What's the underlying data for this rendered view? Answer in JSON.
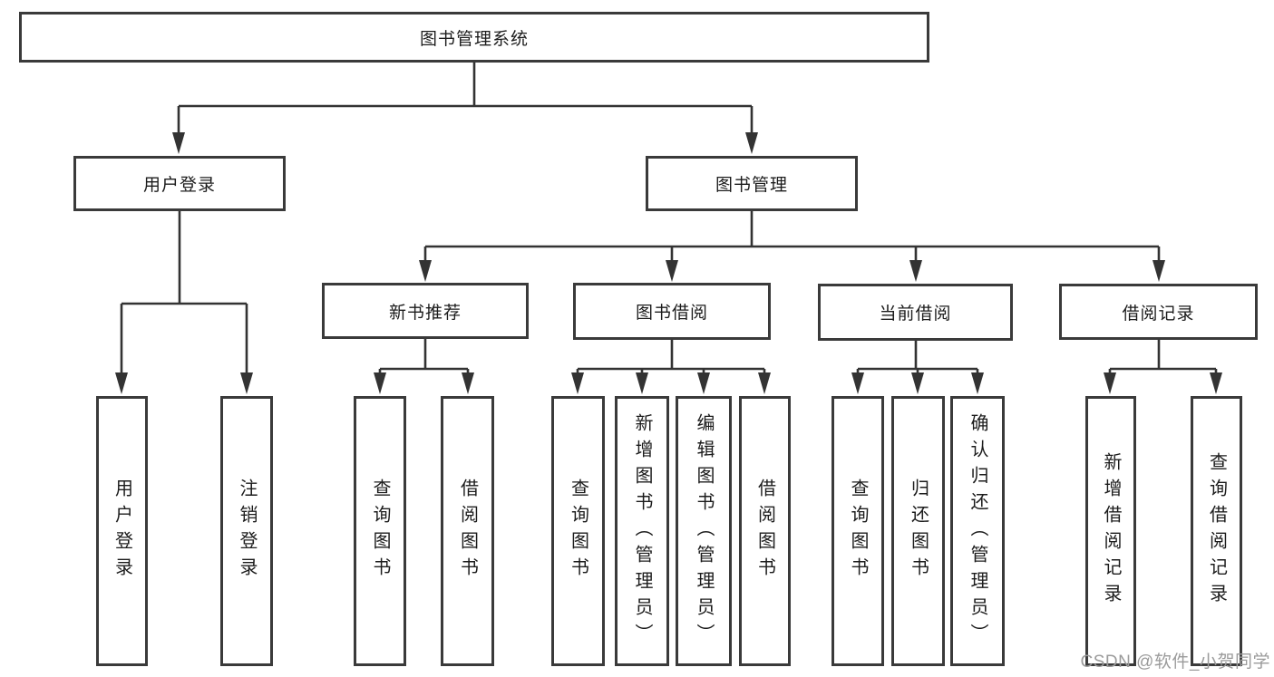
{
  "diagram_title": "图书管理系统",
  "tree": {
    "label": "图书管理系统",
    "children": [
      {
        "label": "用户登录",
        "children": [
          {
            "label": "用户登录"
          },
          {
            "label": "注销登录"
          }
        ]
      },
      {
        "label": "图书管理",
        "children": [
          {
            "label": "新书推荐",
            "children": [
              {
                "label": "查询图书"
              },
              {
                "label": "借阅图书"
              }
            ]
          },
          {
            "label": "图书借阅",
            "children": [
              {
                "label": "查询图书"
              },
              {
                "label": "新增图书（管理员）"
              },
              {
                "label": "编辑图书（管理员）"
              },
              {
                "label": "借阅图书"
              }
            ]
          },
          {
            "label": "当前借阅",
            "children": [
              {
                "label": "查询图书"
              },
              {
                "label": "归还图书"
              },
              {
                "label": "确认归还（管理员）"
              }
            ]
          },
          {
            "label": "借阅记录",
            "children": [
              {
                "label": "新增借阅记录"
              },
              {
                "label": "查询借阅记录"
              }
            ]
          }
        ]
      }
    ]
  },
  "watermark": "CSDN @软件_小贺同学",
  "colors": {
    "background": "#ffffff",
    "box_border": "#3a3a3a",
    "line": "#333333",
    "text": "#1c1c1c",
    "watermark": "#9b9b9b"
  }
}
